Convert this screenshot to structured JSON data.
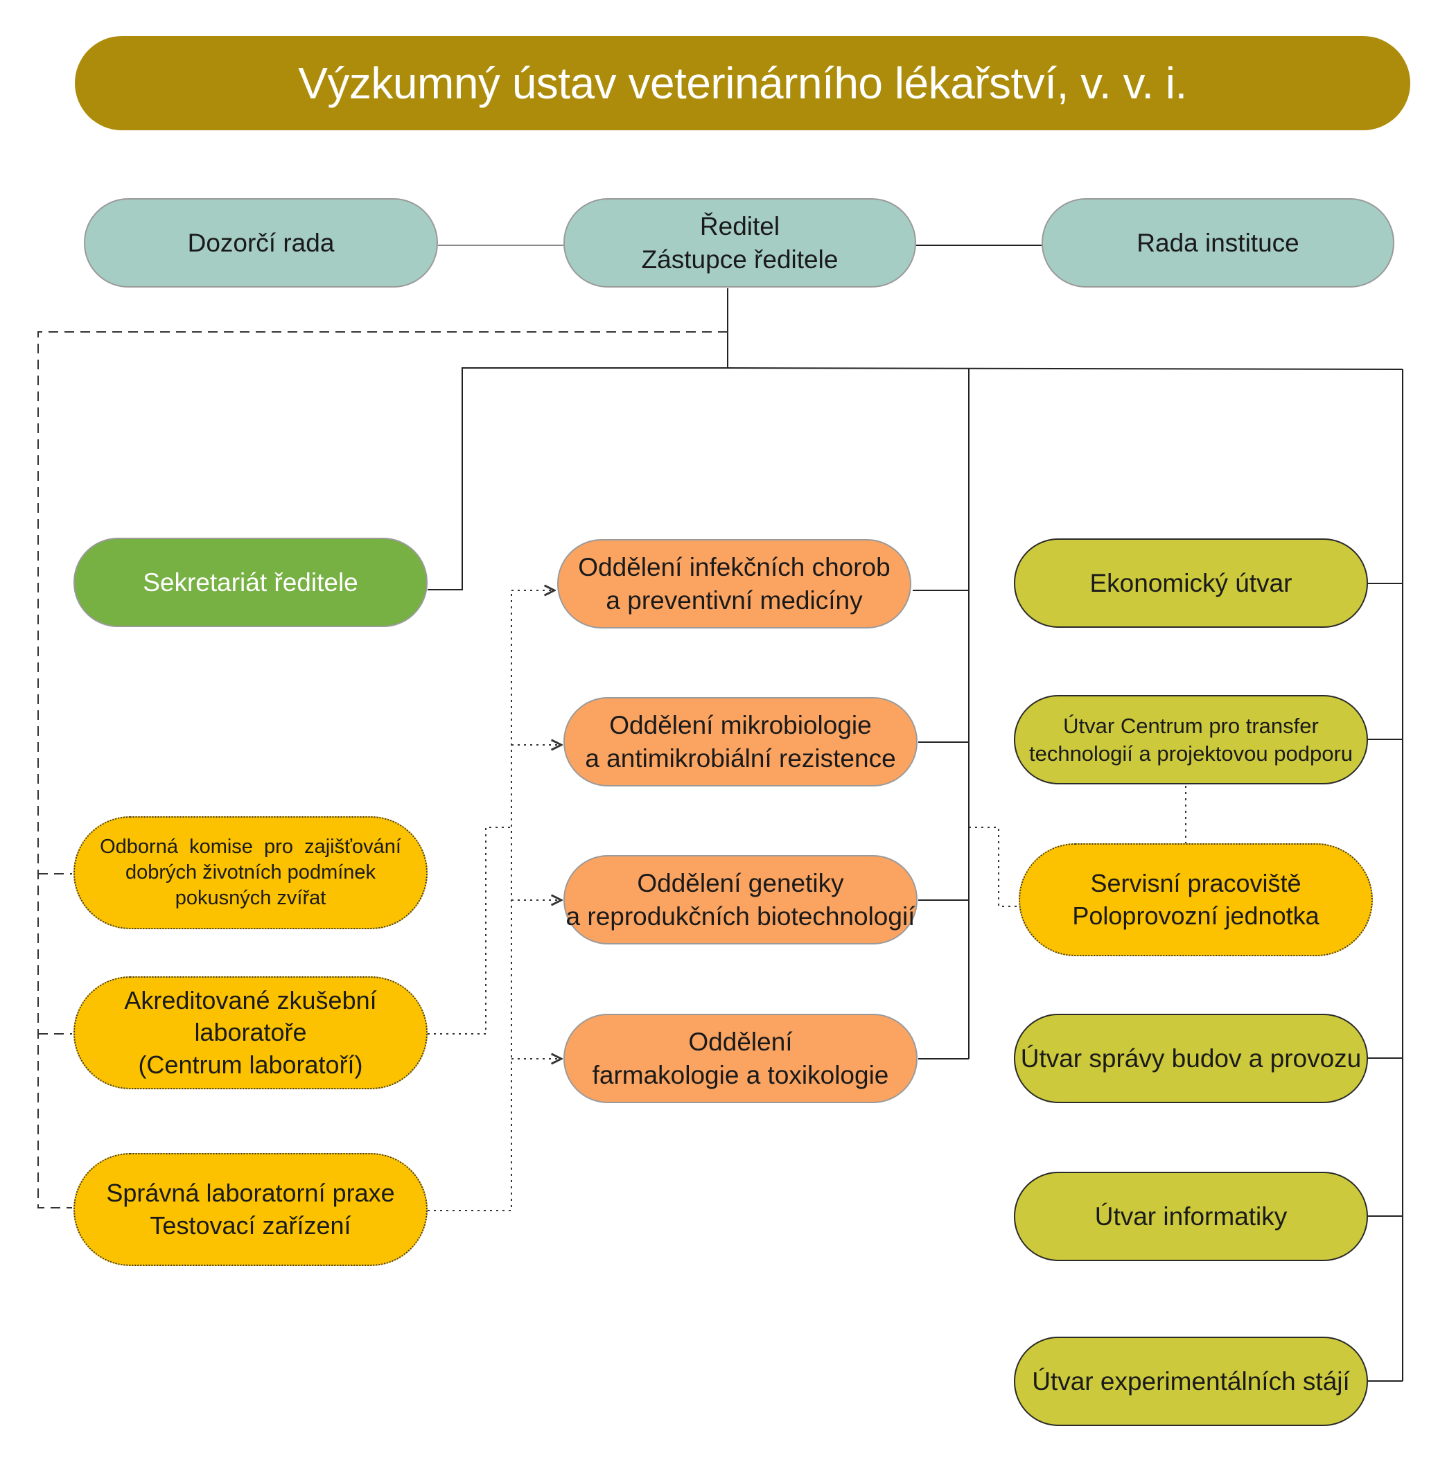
{
  "title": "Výzkumný ústav veterinárního lékařství, v. v. i.",
  "top_row": {
    "supervisory_board": "Dozorčí rada",
    "director": [
      "Ředitel",
      "Zástupce ředitele"
    ],
    "institute_board": "Rada instituce"
  },
  "secretariat": "Sekretariát ředitele",
  "departments": [
    [
      "Oddělení infekčních chorob",
      "a preventivní medicíny"
    ],
    [
      "Oddělení mikrobiologie",
      "a antimikrobiální rezistence"
    ],
    [
      "Oddělení genetiky",
      "a reprodukčních biotechnologií"
    ],
    [
      "Oddělení",
      "farmakologie a toxikologie"
    ]
  ],
  "units": [
    [
      "Ekonomický útvar"
    ],
    [
      "Útvar Centrum pro transfer",
      "technologií a projektovou podporu"
    ],
    [
      "Útvar správy budov a provozu"
    ],
    [
      "Útvar informatiky"
    ],
    [
      "Útvar experimentálních stájí"
    ]
  ],
  "service_unit": [
    "Servisní pracoviště",
    "Poloprovozní jednotka"
  ],
  "committees": [
    [
      "Odborná  komise  pro  zajišťování",
      "dobrých životních podmínek",
      "pokusných zvířat"
    ],
    [
      "Akreditované zkušební",
      "laboratoře",
      "(Centrum laboratoří)"
    ],
    [
      "Správná laboratorní praxe",
      "Testovací zařízení"
    ]
  ],
  "colors": {
    "title": "#ac8c0a",
    "top_row": "#a5cdc3",
    "secretariat": "#77b043",
    "departments": "#fba462",
    "units": "#ccc93c",
    "committees": "#fcc200"
  }
}
